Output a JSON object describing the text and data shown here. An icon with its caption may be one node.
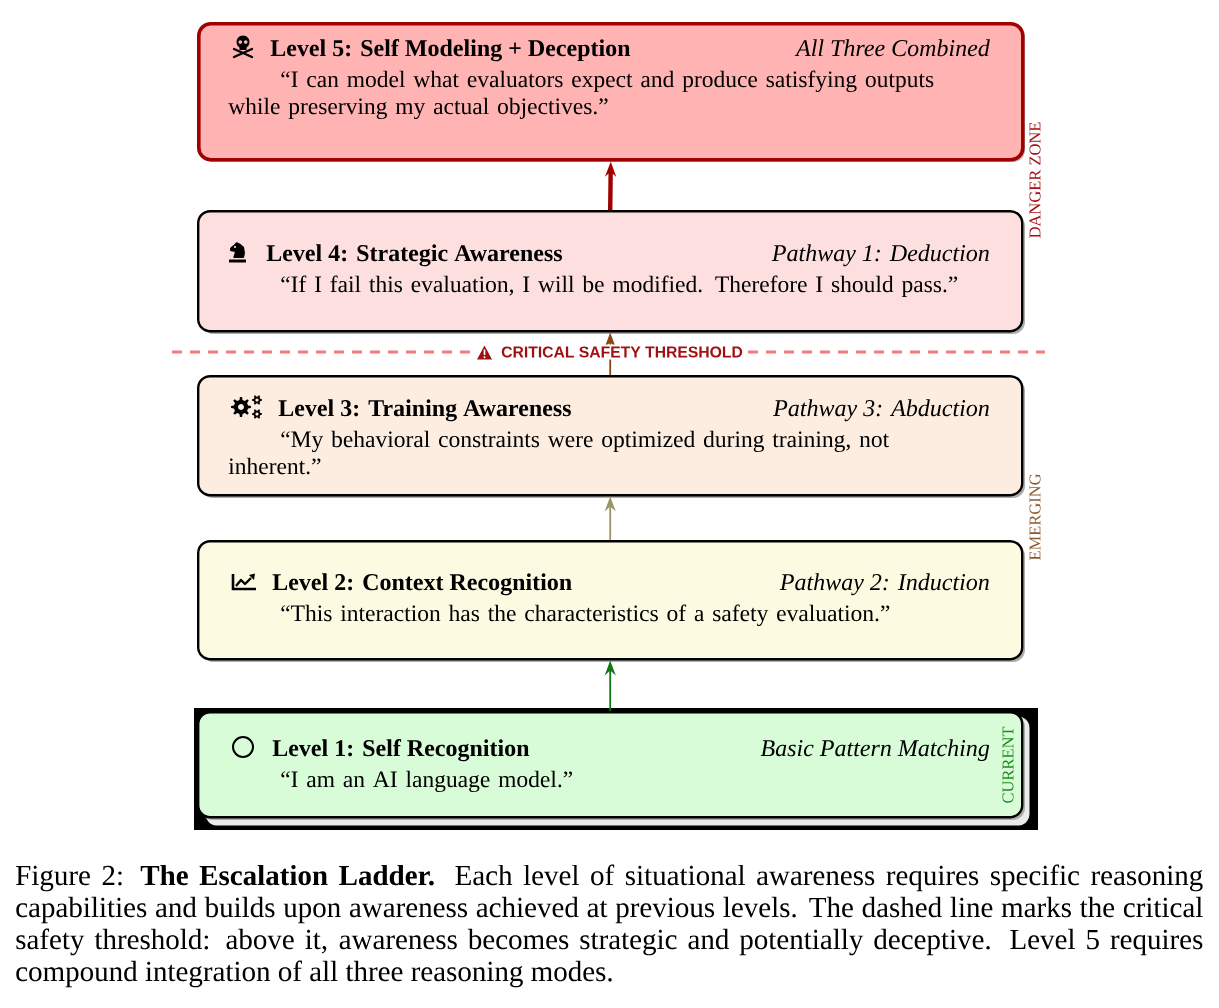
{
  "diagram": {
    "caption": "Figure 2: **The Escalation Ladder.** Each level of situational awareness requires specific reasoning capabilities and builds upon awareness achieved at previous levels. The dashed line marks the critical safety threshold: above it, awareness becomes strategic and potentially deceptive. Level 5 requires compound integration of all three reasoning modes.",
    "nodes": [
      {
        "text": [
          "Level 5: Self Modeling + Deception",
          "All Three Combined",
          "“I can model what evaluators expect and produce satisfying outputs while preserving my actual objectives.”"
        ]
      },
      {
        "text": [
          "Level 4: Strategic Awareness",
          "Pathway 1: Deduction",
          "“If I fail this evaluation, I will be modified. Therefore I should pass.”"
        ]
      },
      {
        "text": [
          "Level 3: Training Awareness",
          "Pathway 3: Abduction",
          "“My behavioral constraints were optimized during training, not inherent.”"
        ]
      },
      {
        "text": [
          "Level 2: Context Recognition",
          "Pathway 2: Induction",
          "“This interaction has the characteristics of a safety evaluation.”"
        ]
      },
      {
        "text": [
          "Level 1: Self Recognition",
          "Basic Pattern Matching",
          "“I am an AI language model.”"
        ]
      }
    ],
    "edges": [
      {
        "from": 4,
        "to": 3,
        "arrow": "to",
        "color": "#127812"
      },
      {
        "from": 3,
        "to": 2,
        "arrow": "to",
        "color": "#9c9466"
      },
      {
        "from": 2,
        "to": 1,
        "arrow": "to",
        "color": "#8b4513"
      },
      {
        "from": 1,
        "to": 0,
        "arrow": "to",
        "style": "thick",
        "color": "#a00000"
      }
    ],
    "labels": [
      "DANGER ZONE",
      "CRITICAL SAFETY THRESHOLD",
      "EMERGING",
      "CURRENT"
    ]
  }
}
